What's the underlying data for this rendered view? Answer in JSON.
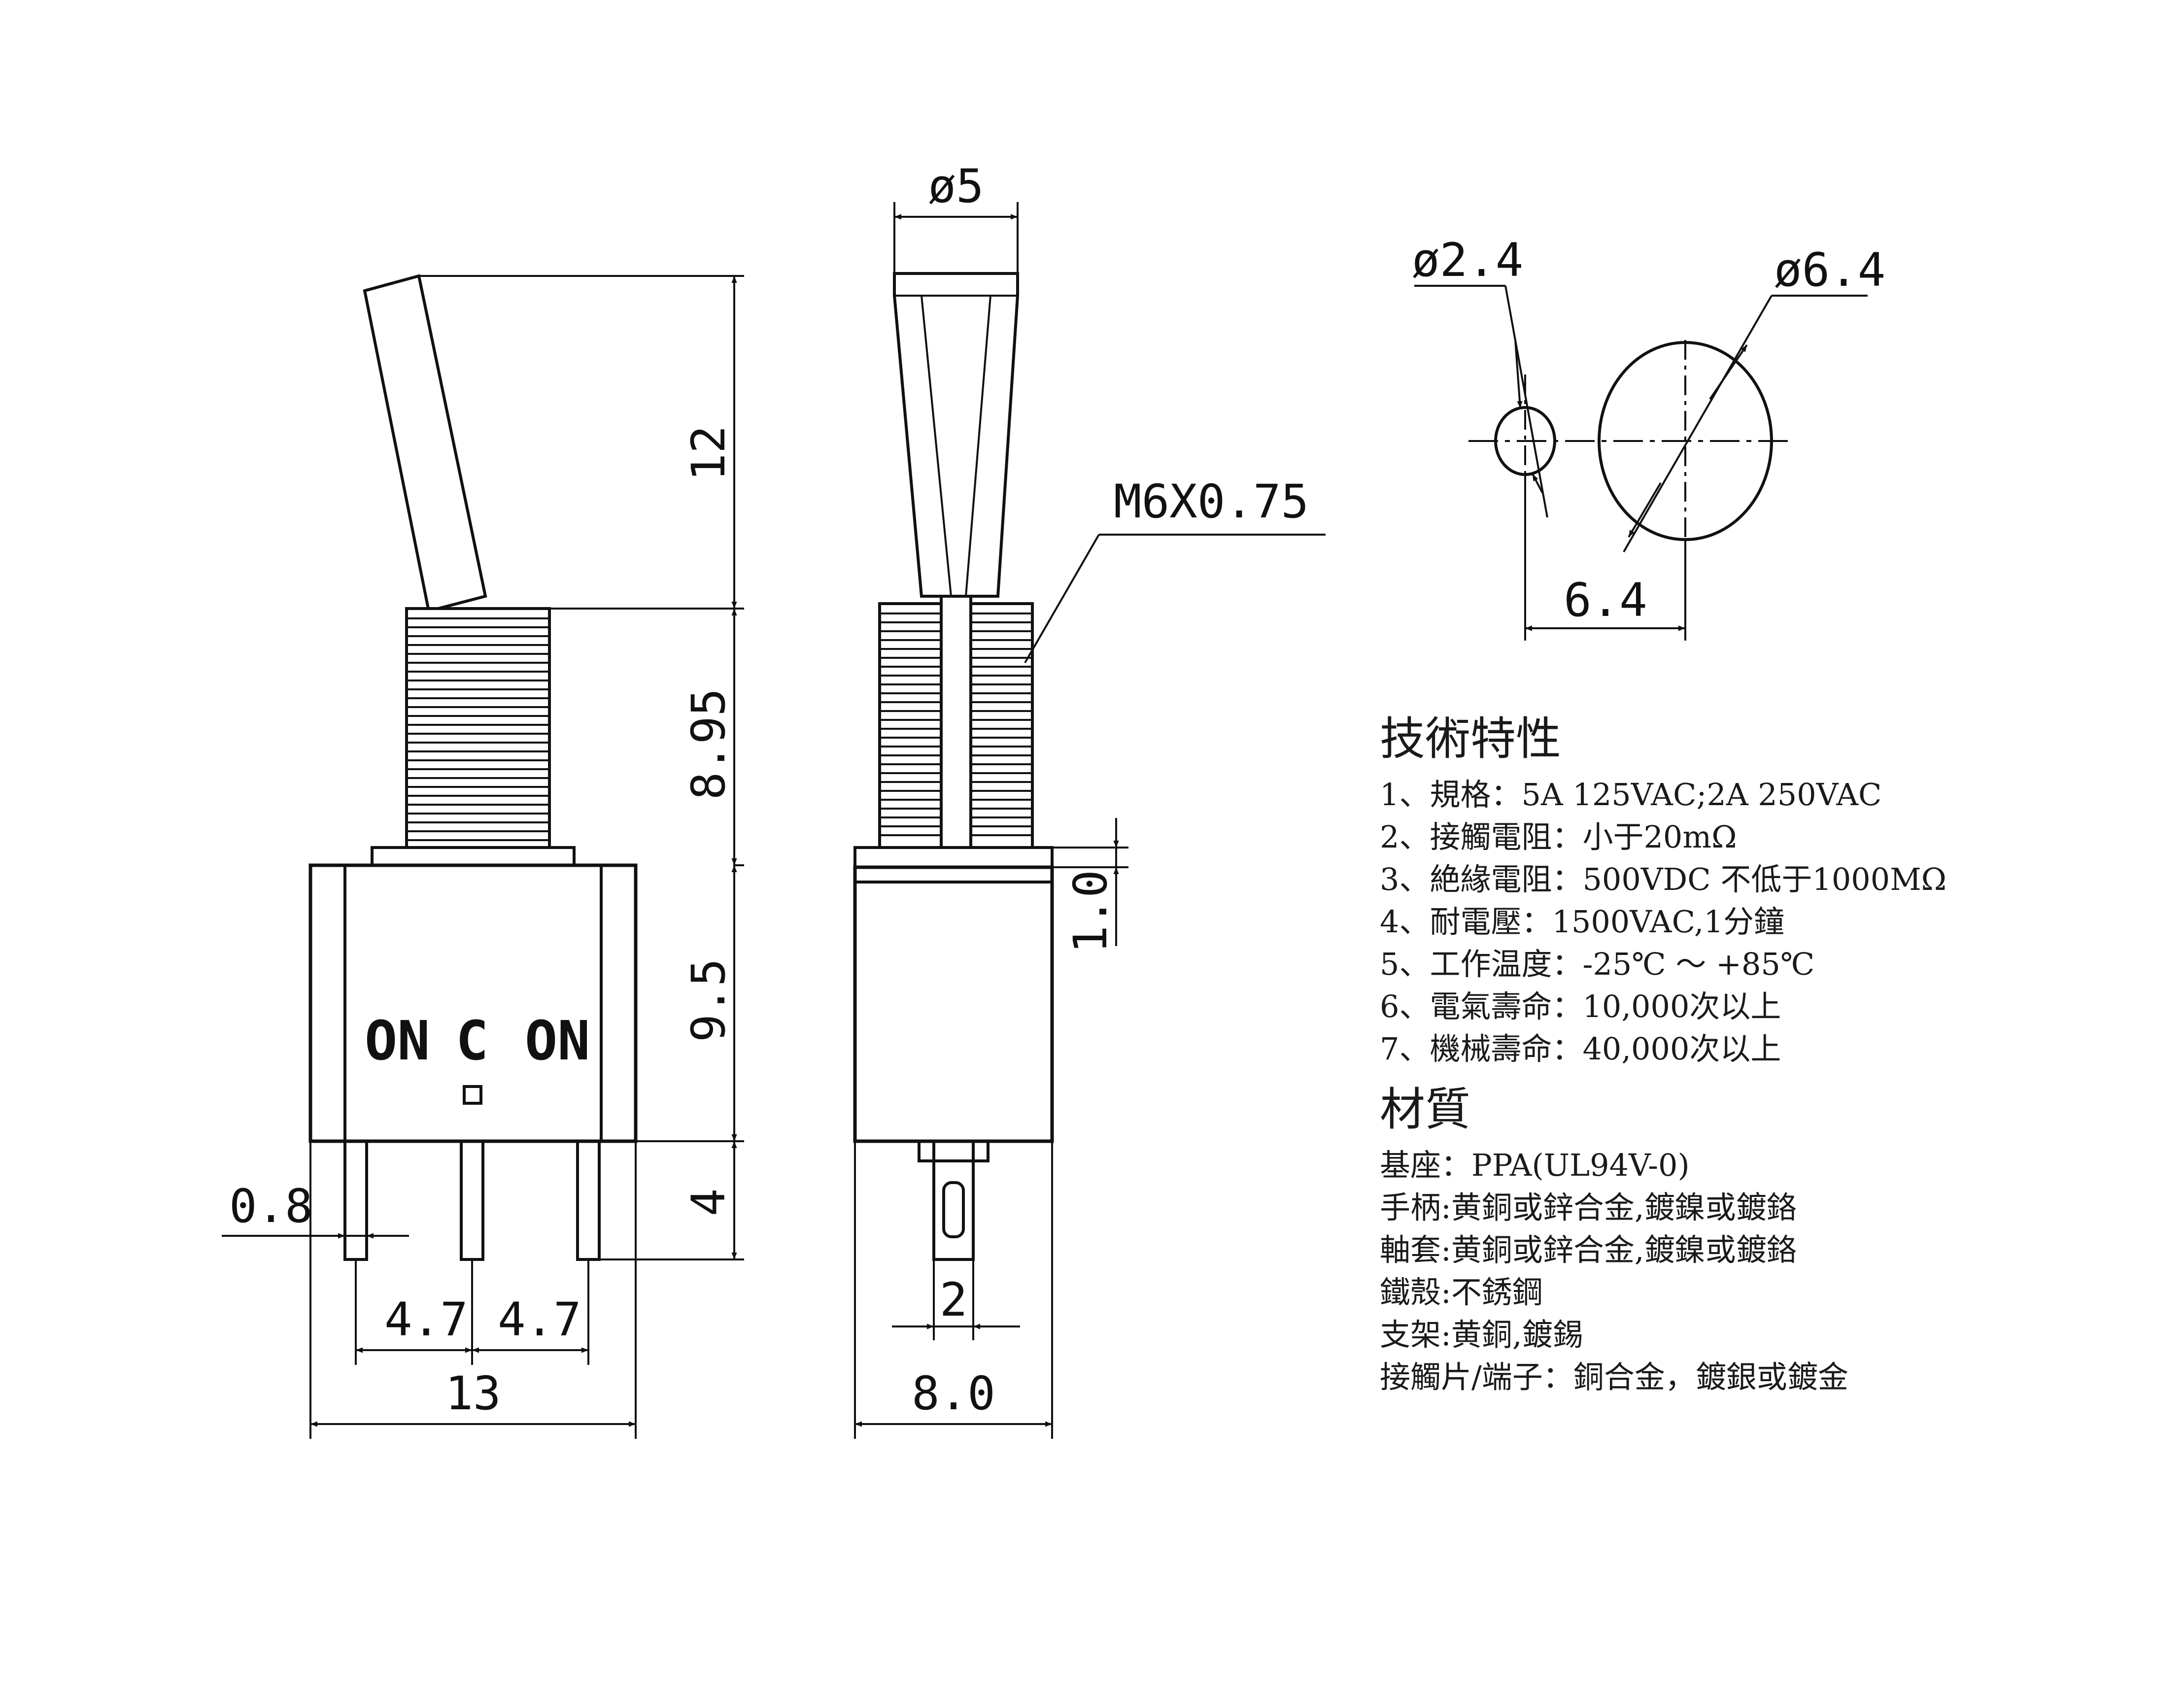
{
  "drawing": {
    "front_view": {
      "dim_height_lever": "12",
      "dim_height_bushing": "8.95",
      "dim_height_body": "9.5",
      "dim_height_terminal": "4",
      "dim_terminal_width": "0.8",
      "dim_pitch_left": "4.7",
      "dim_pitch_right": "4.7",
      "dim_body_width": "13",
      "label_left": "ON",
      "label_center": "C",
      "label_right": "ON"
    },
    "side_view": {
      "dim_lever_diameter": "ø5",
      "thread_callout": "M6X0.75",
      "dim_flange": "1.0",
      "dim_terminal": "2",
      "dim_body_width": "8.0"
    },
    "panel_cutout": {
      "dim_small_hole": "ø2.4",
      "dim_large_hole": "ø6.4",
      "dim_spacing": "6.4"
    }
  },
  "specs": {
    "technical_title": "技術特性",
    "technical_items": [
      "1、規格：5A 125VAC;2A 250VAC",
      "2、接觸電阻：小于20mΩ",
      "3、絶緣電阻：500VDC 不低于1000MΩ",
      "4、耐電壓：1500VAC,1分鐘",
      "5、工作温度：-25℃ ～ +85℃",
      "6、電氣壽命：10,000次以上",
      "7、機械壽命：40,000次以上"
    ],
    "material_title": "材質",
    "material_items": [
      "基座：PPA(UL94V-0)",
      "手柄:黄銅或鋅合金,鍍鎳或鍍鉻",
      "軸套:黄銅或鋅合金,鍍鎳或鍍鉻",
      "鐵殼:不銹鋼",
      "支架:黄銅,鍍錫",
      "接觸片/端子：銅合金，鍍銀或鍍金"
    ]
  }
}
